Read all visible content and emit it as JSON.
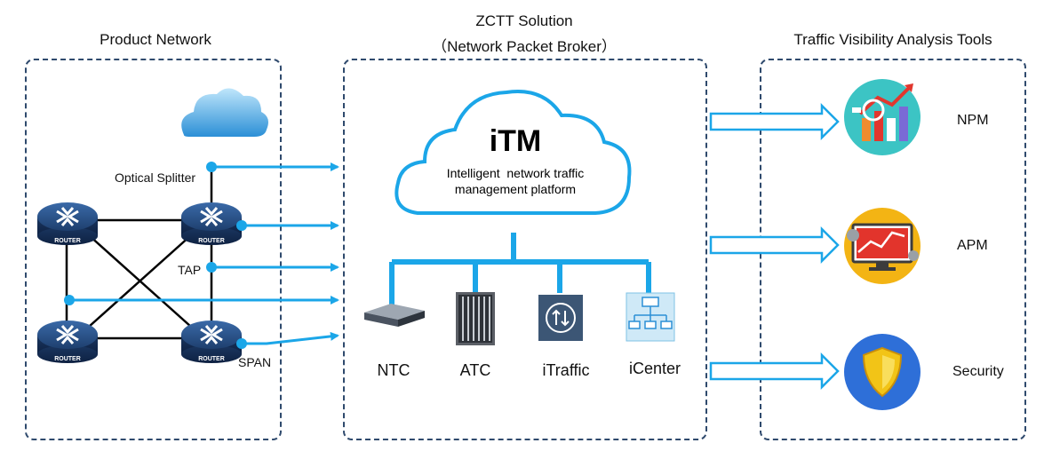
{
  "titles": {
    "product_network": "Product Network",
    "solution_line1": "ZCTT Solution",
    "solution_line2": "（Network Packet Broker）",
    "tools": "Traffic Visibility Analysis Tools"
  },
  "product_network": {
    "optical_splitter": "Optical Splitter",
    "tap": "TAP",
    "span": "SPAN",
    "router_label": "ROUTER"
  },
  "solution": {
    "cloud_title": "iTM",
    "cloud_subtitle_1": "Intelligent  network traffic",
    "cloud_subtitle_2": "management platform",
    "products": [
      "NTC",
      "ATC",
      "iTraffic",
      "iCenter"
    ]
  },
  "tools": [
    {
      "label": "NPM",
      "icon": "npm-chart-icon"
    },
    {
      "label": "APM",
      "icon": "apm-monitor-icon"
    },
    {
      "label": "Security",
      "icon": "security-shield-icon"
    }
  ],
  "colors": {
    "panel_border": "#2f4a6d",
    "flow_blue": "#1ba6e8",
    "router_dark": "#1e3f6e",
    "npm_circle": "#3cc4c4",
    "apm_circle": "#f3b414",
    "security_circle": "#2e6fd8",
    "shield_gold": "#f2c417"
  }
}
